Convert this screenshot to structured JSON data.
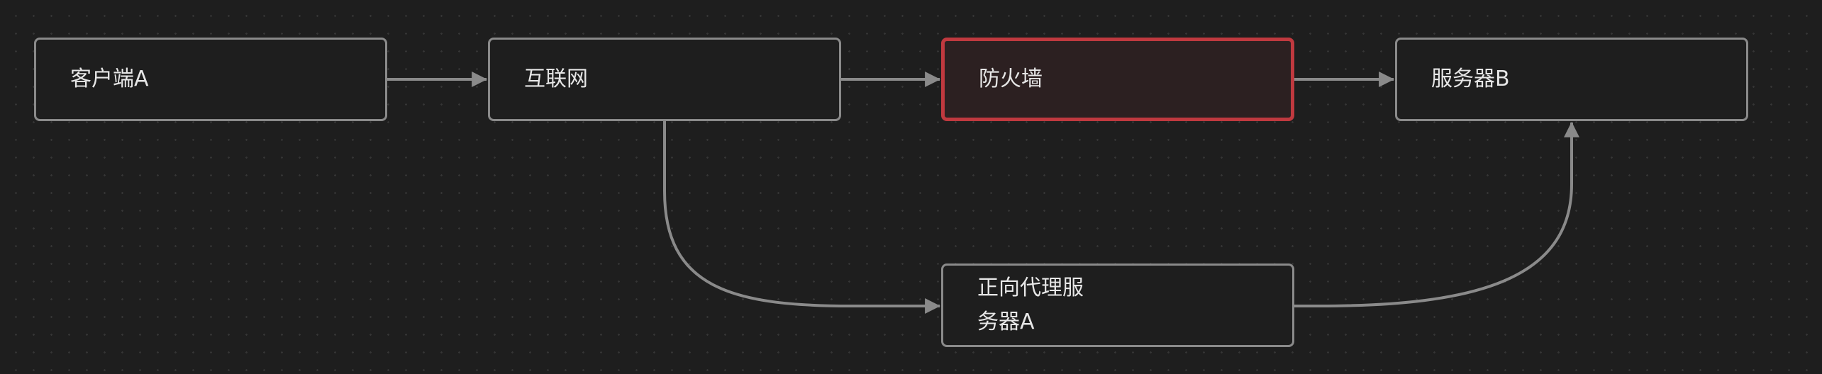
{
  "diagram": {
    "nodes": {
      "client_a": "客户端A",
      "internet": "互联网",
      "firewall": "防火墙",
      "server_b": "服务器B",
      "proxy_a": "正向代理服务器A"
    },
    "edges": [
      {
        "from": "client_a",
        "to": "internet"
      },
      {
        "from": "internet",
        "to": "firewall"
      },
      {
        "from": "firewall",
        "to": "server_b"
      },
      {
        "from": "internet",
        "to": "proxy_a"
      },
      {
        "from": "proxy_a",
        "to": "server_b"
      }
    ],
    "colors": {
      "background": "#1e1e1e",
      "node_border": "#8a8a8a",
      "edge": "#8a8a8a",
      "highlight_border": "#c0393f",
      "text": "#e6e6e6"
    }
  }
}
